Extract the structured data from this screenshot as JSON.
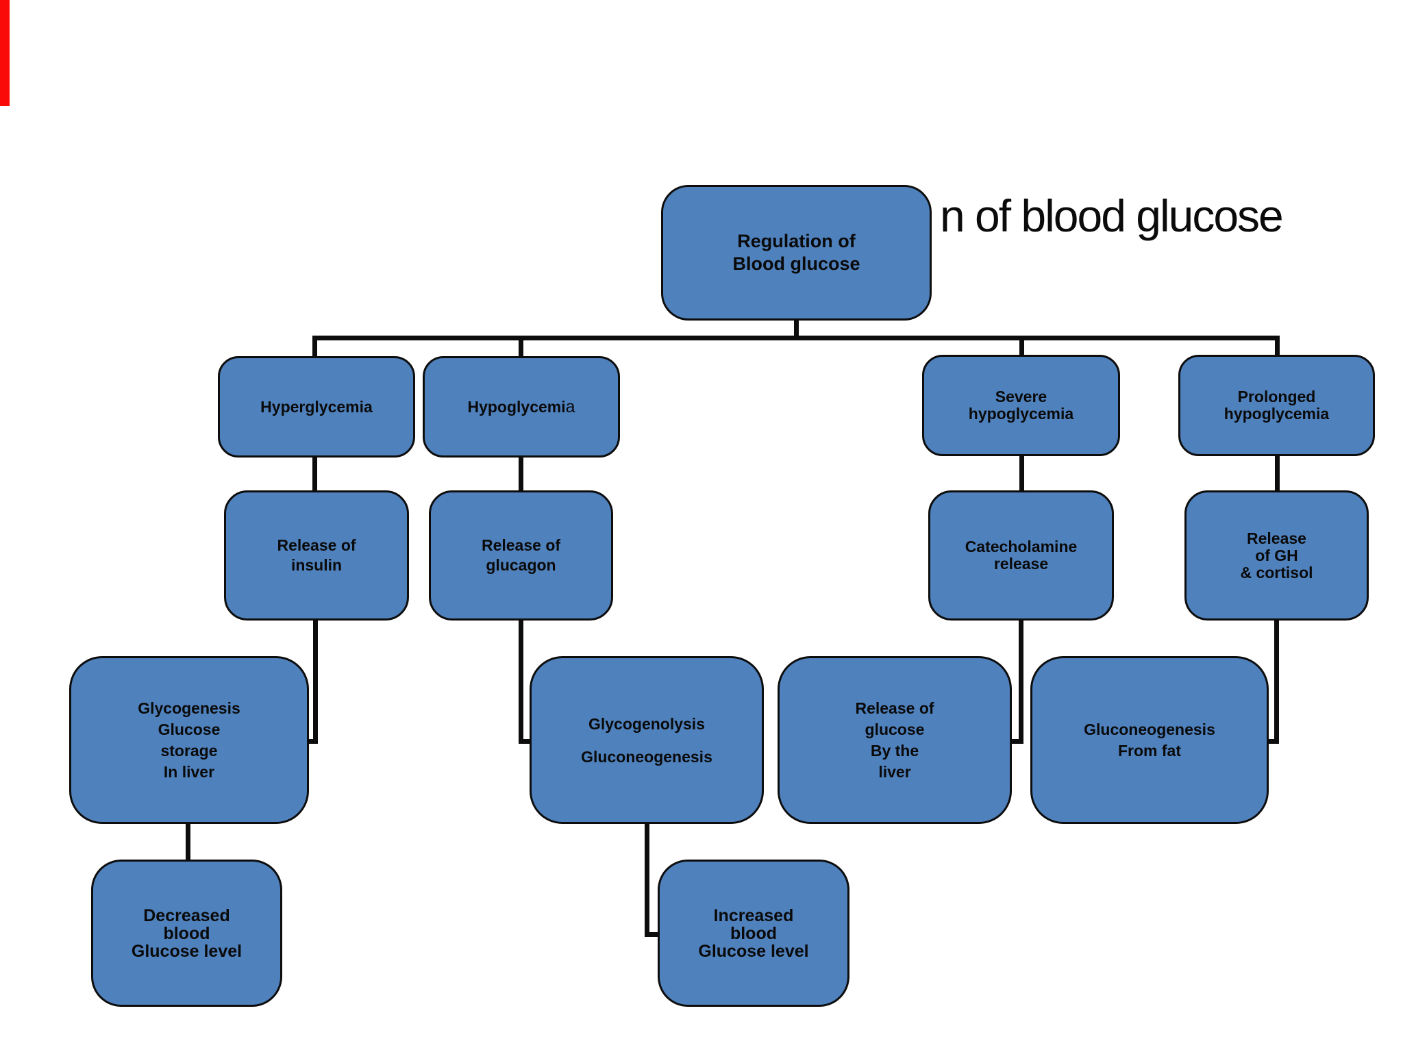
{
  "slide": {
    "background_title": "n of blood glucose",
    "red_marker_color": "#fb0a0a"
  },
  "colors": {
    "box_fill": "#4f81bd",
    "box_border": "#0d0d0d",
    "connector": "#0d0d0d",
    "text": "#0a0a0a"
  },
  "nodes": {
    "root": {
      "label": "Regulation of\nBlood glucose"
    },
    "hyperglycemia": {
      "label": "Hyperglycemia"
    },
    "hypoglycemia": {
      "label": "Hypoglycemi",
      "label_suffix": "a"
    },
    "severe_hypoglycemia": {
      "label": "Severe\nhypoglycemia"
    },
    "prolonged_hypoglycemia": {
      "label": "Prolonged\nhypoglycemia"
    },
    "release_of_insulin": {
      "label": "Release of\ninsulin"
    },
    "release_of_glucagon": {
      "label": "Release of\nglucagon"
    },
    "catecholamine_release": {
      "label": "Catecholamine\nrelease"
    },
    "release_of_gh_cortisol": {
      "label": "Release\nof GH\n& cortisol"
    },
    "glycogenesis": {
      "label": "Glycogenesis\nGlucose\nstorage\nIn liver"
    },
    "glycogenolysis": {
      "label": "Glycogenolysis\n\nGluconeogenesis"
    },
    "release_of_glucose_liver": {
      "label": "Release of\nglucose\nBy the\nliver"
    },
    "gluconeogenesis_from_fat": {
      "label": "Gluconeogenesis\nFrom fat"
    },
    "decreased_blood_glucose": {
      "label": "Decreased\nblood\nGlucose level"
    },
    "increased_blood_glucose": {
      "label": "Increased\nblood\nGlucose level"
    }
  }
}
